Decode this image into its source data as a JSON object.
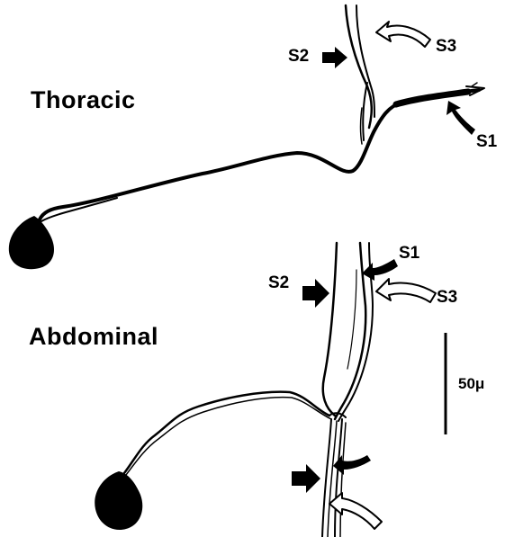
{
  "panels": {
    "thoracic": {
      "title": "Thoracic",
      "labels": {
        "s1": "S1",
        "s2": "S2",
        "s3": "S3"
      }
    },
    "abdominal": {
      "title": "Abdominal",
      "labels": {
        "s1": "S1",
        "s2": "S2",
        "s3": "S3"
      }
    }
  },
  "scale_bar": {
    "label": "50μ"
  },
  "colors": {
    "ink": "#000000",
    "paper": "#ffffff"
  }
}
